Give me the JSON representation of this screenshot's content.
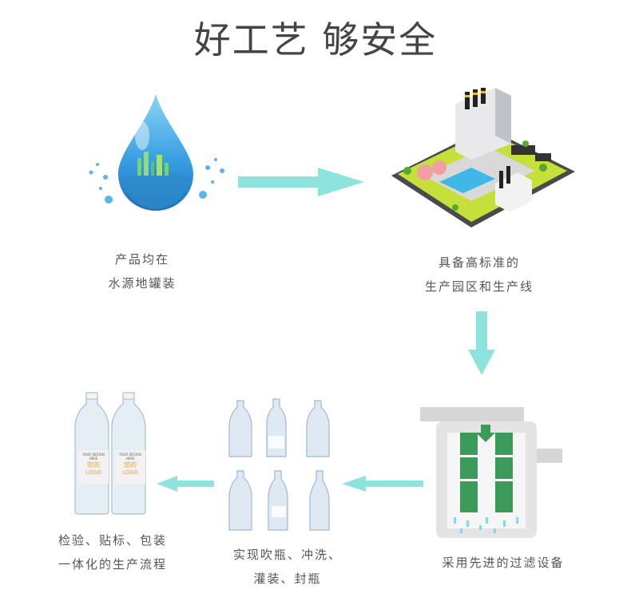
{
  "title": "好工艺 够安全",
  "steps": [
    {
      "lines": [
        "产品均在",
        "水源地罐装"
      ],
      "icon": "water-drop-icon"
    },
    {
      "lines": [
        "具备高标准的",
        "生产园区和生产线"
      ],
      "icon": "factory-icon"
    },
    {
      "lines": [
        "采用先进的过滤设备"
      ],
      "icon": "filter-equipment-icon"
    },
    {
      "lines": [
        "实现吹瓶、冲洗、",
        "灌装、封瓶"
      ],
      "icon": "bottles-icon"
    },
    {
      "lines": [
        "检验、贴标、包装",
        "一体化的生产流程"
      ],
      "icon": "labeled-bottles-icon"
    }
  ],
  "bottle_label": {
    "brand_line": "YOUR DESIGN HERE",
    "logo_cn": "您的",
    "logo_en": "LOGO"
  },
  "colors": {
    "arrow": "#8fe3de",
    "title": "#444444",
    "caption": "#555555",
    "water": "#3a9fe0",
    "filter_green": "#3c9a5a"
  }
}
